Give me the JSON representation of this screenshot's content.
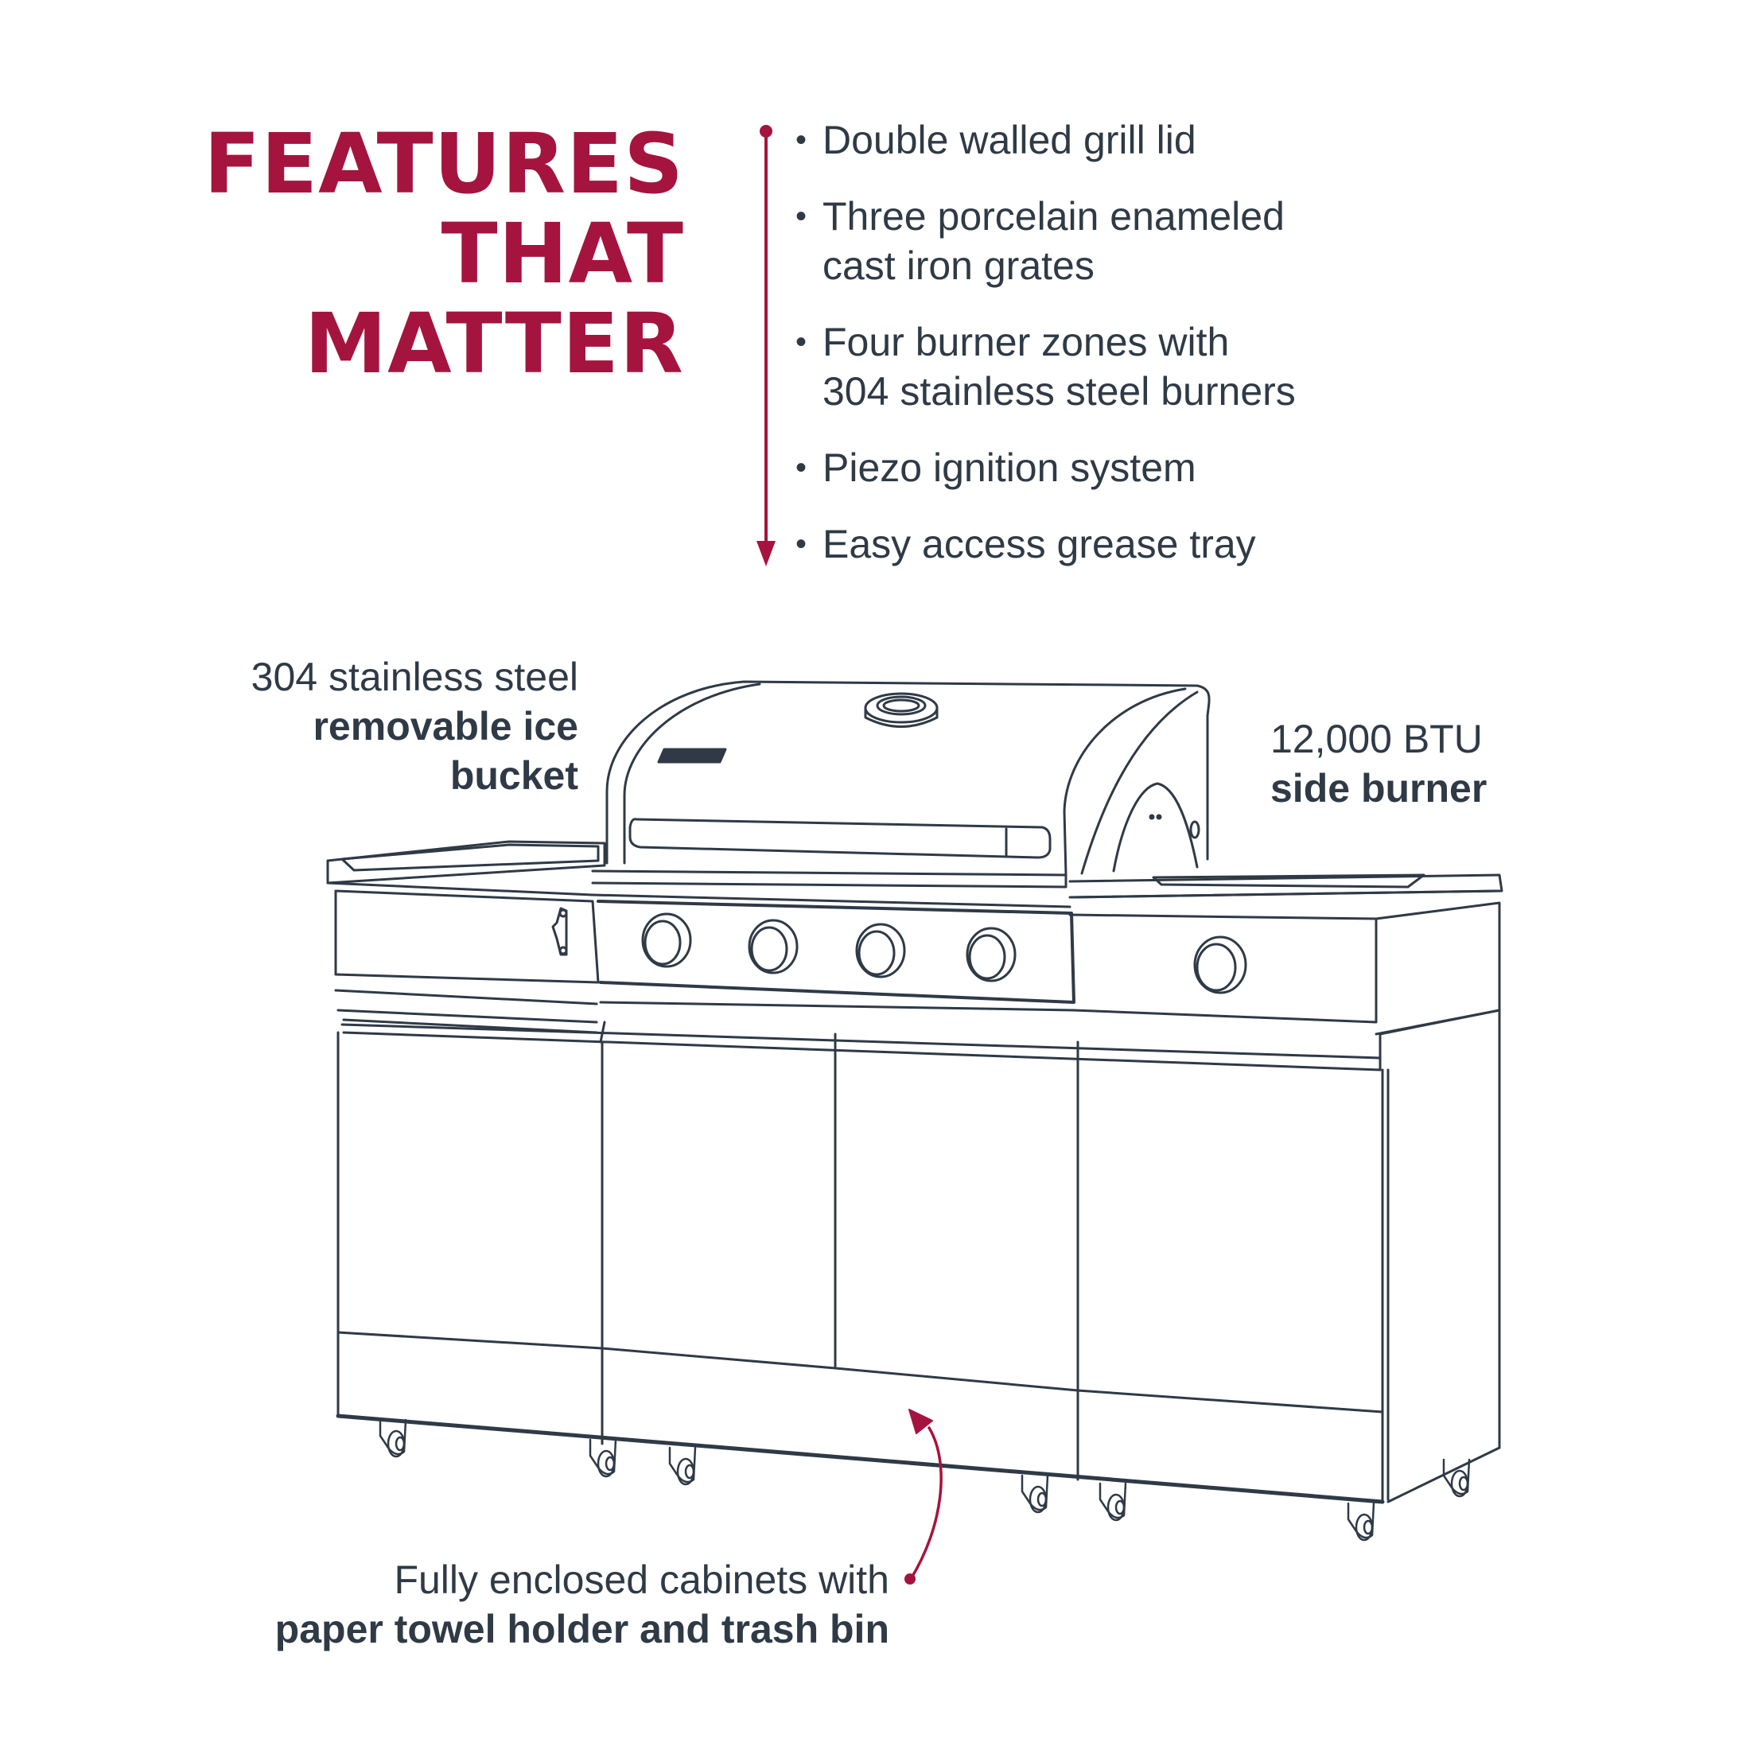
{
  "title": {
    "lines": [
      "FEATURES",
      "THAT",
      "MATTER"
    ],
    "color": "#a5143e"
  },
  "features": {
    "bullet": "•",
    "items": [
      {
        "lines": [
          "Double walled grill lid"
        ]
      },
      {
        "lines": [
          "Three porcelain enameled",
          "cast iron grates"
        ]
      },
      {
        "lines": [
          "Four burner zones with",
          "304 stainless steel burners"
        ]
      },
      {
        "lines": [
          "Piezo ignition system"
        ]
      },
      {
        "lines": [
          "Easy access grease tray"
        ]
      }
    ]
  },
  "callouts": {
    "ice_bucket": {
      "regular": "304 stainless steel",
      "bold_1": "removable ice",
      "bold_2": "bucket"
    },
    "side_burner": {
      "regular": "12,000 BTU",
      "bold": "side burner"
    },
    "cabinets": {
      "regular": "Fully enclosed cabinets with",
      "bold": "paper towel holder and trash bin"
    }
  },
  "colors": {
    "accent": "#a5143e",
    "text": "#2f3a46",
    "line": "#2f3a46",
    "background": "#ffffff"
  },
  "illustration": {
    "subject": "outdoor grill island with 4 burner knobs, 1 side burner knob, 4 cabinet doors, bottle opener, 8 caster wheels"
  }
}
